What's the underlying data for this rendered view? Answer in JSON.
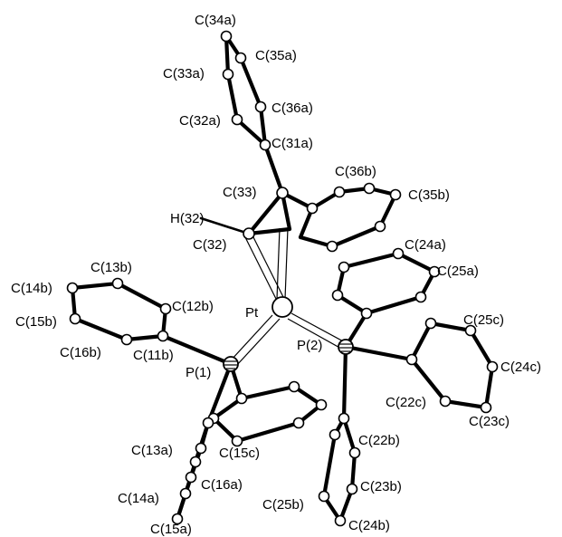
{
  "labels": {
    "pt": "Pt",
    "p1": "P(1)",
    "p2": "P(2)",
    "h32": "H(32)",
    "c32": "C(32)",
    "c33": "C(33)",
    "c31a": "C(31a)",
    "c32a": "C(32a)",
    "c33a_top": "C(33a)",
    "c34a_top": "C(34a)",
    "c35a_top": "C(35a)",
    "c36a_top": "C(36a)",
    "c35b_top": "C(35b)",
    "c36b": "C(36b)",
    "c24a": "C(24a)",
    "c25a": "C(25a)",
    "c25c": "C(25c)",
    "c24c": "C(24c)",
    "c22c": "C(22c)",
    "c23c": "C(23c)",
    "c22b": "C(22b)",
    "c23b": "C(23b)",
    "c25b": "C(25b)",
    "c24b": "C(24b)",
    "c13b": "C(13b)",
    "c14b": "C(14b)",
    "c15b": "C(15b)",
    "c12b": "C(12b)",
    "c16b": "C(16b)",
    "c11b": "C(11b)",
    "c13a": "C(13a)",
    "c15c": "C(15c)",
    "c16a": "C(16a)",
    "c14a": "C(14a)",
    "c15a": "C(15a)"
  }
}
